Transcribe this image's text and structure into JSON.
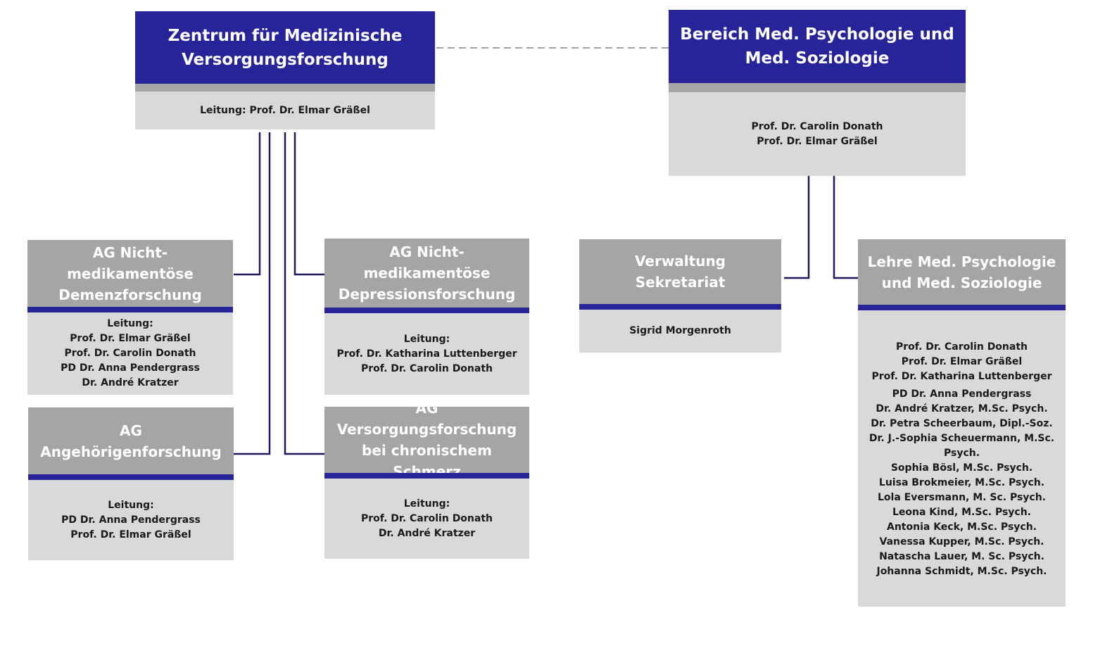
{
  "top_left": {
    "title_line1": "Zentrum für Medizinische",
    "title_line2": "Versorgungsforschung",
    "lines": [
      "Leitung: Prof. Dr. Elmar Gräßel"
    ]
  },
  "top_right": {
    "title_line1": "Bereich Med. Psychologie und",
    "title_line2": "Med. Soziologie",
    "lines": [
      "Prof. Dr. Carolin Donath",
      "Prof. Dr. Elmar Gräßel"
    ]
  },
  "ag_demenz": {
    "title_line1": "AG Nicht-medikamentöse",
    "title_line2": "Demenzforschung",
    "lines": [
      "Leitung:",
      "Prof. Dr. Elmar Gräßel",
      "Prof. Dr. Carolin Donath",
      "PD Dr. Anna Pendergrass",
      "Dr. André Kratzer"
    ]
  },
  "ag_depression": {
    "title_line1": "AG Nicht-medikamentöse",
    "title_line2": "Depressionsforschung",
    "lines": [
      "Leitung:",
      "Prof. Dr. Katharina Luttenberger",
      "Prof. Dr. Carolin Donath"
    ]
  },
  "ag_angehoerige": {
    "title_line1": "AG Angehörigenforschung",
    "lines": [
      "Leitung:",
      "PD Dr. Anna Pendergrass",
      "Prof. Dr. Elmar Gräßel"
    ]
  },
  "ag_schmerz": {
    "title_line1": "AG Versorgungsforschung",
    "title_line2": "bei chronischem Schmerz",
    "lines": [
      "Leitung:",
      "Prof. Dr. Carolin Donath",
      "Dr. André Kratzer"
    ]
  },
  "verwaltung": {
    "title_line1": "Verwaltung",
    "title_line2": "Sekretariat",
    "lines": [
      "Sigrid Morgenroth"
    ]
  },
  "lehre": {
    "title_line1": "Lehre Med. Psychologie",
    "title_line2": "und Med. Soziologie",
    "lines": [
      "Prof. Dr. Carolin Donath",
      "Prof. Dr. Elmar Gräßel",
      "Prof. Dr. Katharina Luttenberger",
      "PD Dr. Anna Pendergrass",
      "Dr. André Kratzer, M.Sc.  Psych.",
      "Dr. Petra Scheerbaum, Dipl.-Soz.",
      "Dr. J.-Sophia  Scheuermann, M.Sc.",
      "Psych.",
      "Sophia  Bösl, M.Sc.  Psych.",
      "Luisa Brokmeier, M.Sc.  Psych.",
      "Lola Eversmann, M. Sc. Psych.",
      "Leona Kind,  M.Sc. Psych.",
      "Antonia Keck, M.Sc.  Psych.",
      "Vanessa Kupper, M.Sc. Psych.",
      "Natascha  Lauer, M. Sc. Psych.",
      "Johanna  Schmidt, M.Sc.  Psych."
    ]
  },
  "colors": {
    "header_dark": "#27249a",
    "header_grey": "#a5a5a5",
    "body_fill": "#d9d9d9",
    "connector": "#1f1a5e",
    "dashed_connector": "#a0a0a0"
  }
}
